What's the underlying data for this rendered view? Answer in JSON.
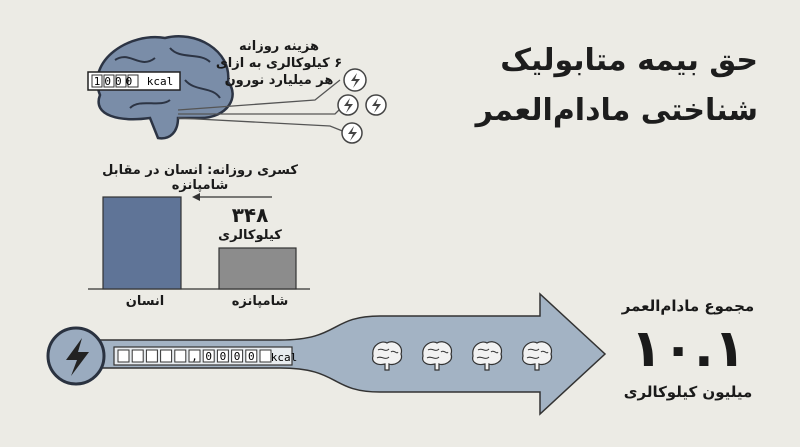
{
  "title": {
    "line1": "حق بیمه متابولیک",
    "line2": "شناختی مادام‌العمر"
  },
  "brain": {
    "meter_value": "1000",
    "meter_unit": "kcal",
    "cost_line1": "هزینه روزانه",
    "cost_line2": "۶ کیلوکالری به ازای",
    "cost_line3": "هر میلیارد نورون"
  },
  "bar_chart": {
    "title": "کسری روزانه: انسان در مقابل شامپانزه",
    "chimp_value": "۳۴۸",
    "chimp_unit": "کیلوکالری",
    "human_label": "انسان",
    "chimp_label": "شامپانزه"
  },
  "chart_data": {
    "type": "bar",
    "title": "کسری روزانه: انسان در مقابل شامپانزه",
    "categories": [
      "انسان",
      "شامپانزه"
    ],
    "values": [
      null,
      348
    ],
    "note_difference_kcal": 348
  },
  "arrow": {
    "odometer": [
      "",
      "",
      "",
      "",
      "",
      ",",
      "0",
      "0",
      "0",
      "0",
      ""
    ],
    "unit": "kcal"
  },
  "total": {
    "title": "مجموع مادام‌العمر",
    "value": "۱۰.۱",
    "unit": "میلیون کیلوکالری"
  },
  "colors": {
    "human_bar": "#5f7497",
    "chimp_bar": "#8c8c8c",
    "arrow_fill": "#a3b3c4",
    "brain_fill": "#7a8da8"
  },
  "icons": [
    "brain-icon",
    "lightning-icon",
    "neuron-icon"
  ]
}
